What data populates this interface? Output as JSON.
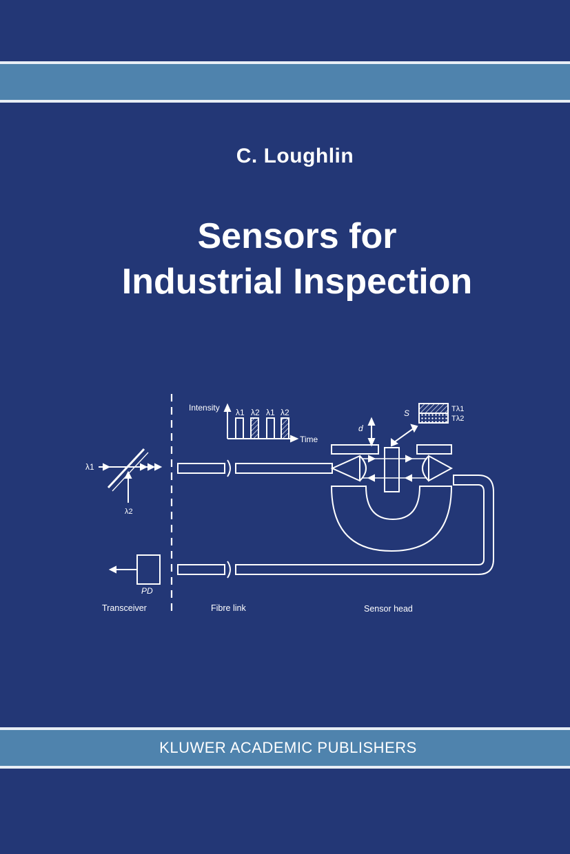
{
  "book": {
    "author": "C. Loughlin",
    "title_line1": "Sensors for",
    "title_line2": "Industrial Inspection",
    "publisher": "KLUWER ACADEMIC PUBLISHERS"
  },
  "figure": {
    "intensity_label": "Intensity",
    "time_label": "Time",
    "pulse_labels": [
      "λ1",
      "λ2",
      "λ1",
      "λ2"
    ],
    "lambda1_input": "λ1",
    "lambda2_input": "λ2",
    "pd_label": "PD",
    "d_label": "d",
    "s_label": "S",
    "t_lambda1_label": "Tλ1",
    "t_lambda2_label": "Tλ2",
    "section_transceiver": "Transceiver",
    "section_fibre_link": "Fibre link",
    "section_sensor_head": "Sensor head"
  },
  "colors": {
    "background": "#233776",
    "band": "#4f83ad",
    "band_border": "#e8eef5",
    "text": "#ffffff"
  }
}
